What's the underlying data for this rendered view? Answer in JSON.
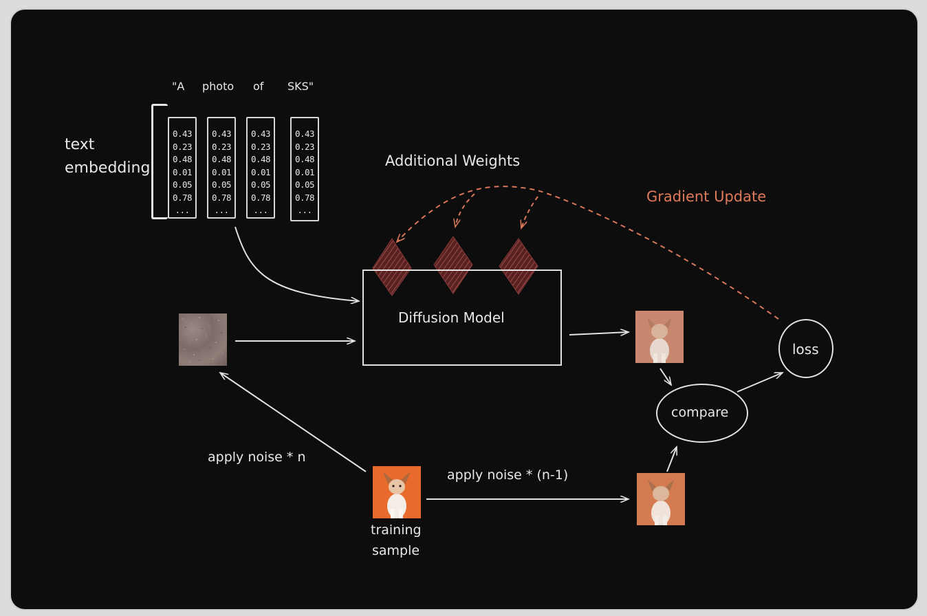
{
  "diagram": {
    "prompt_words": [
      "\"A",
      "photo",
      "of",
      "SKS\""
    ],
    "text_embedding_label": [
      "text",
      "embedding"
    ],
    "embedding_columns": [
      [
        "0.43",
        "0.23",
        "0.48",
        "0.01",
        "0.05",
        "0.78",
        "..."
      ],
      [
        "0.43",
        "0.23",
        "0.48",
        "0.01",
        "0.05",
        "0.78",
        "..."
      ],
      [
        "0.43",
        "0.23",
        "0.48",
        "0.01",
        "0.05",
        "0.78",
        "..."
      ],
      [
        "0.43",
        "0.23",
        "0.48",
        "0.01",
        "0.05",
        "0.78",
        "..."
      ]
    ],
    "additional_weights_label": "Additional Weights",
    "gradient_update_label": "Gradient Update",
    "diffusion_model_label": "Diffusion Model",
    "compare_label": "compare",
    "loss_label": "loss",
    "apply_noise_n_label": "apply noise * n",
    "apply_noise_n_minus_1_label": "apply noise * (n-1)",
    "training_sample_label": [
      "training",
      "sample"
    ],
    "colors": {
      "background": "#0d0d0d",
      "stroke": "#e3e3e3",
      "accent": "#e07a5a",
      "weight_fill": "#6e2a2a"
    }
  }
}
